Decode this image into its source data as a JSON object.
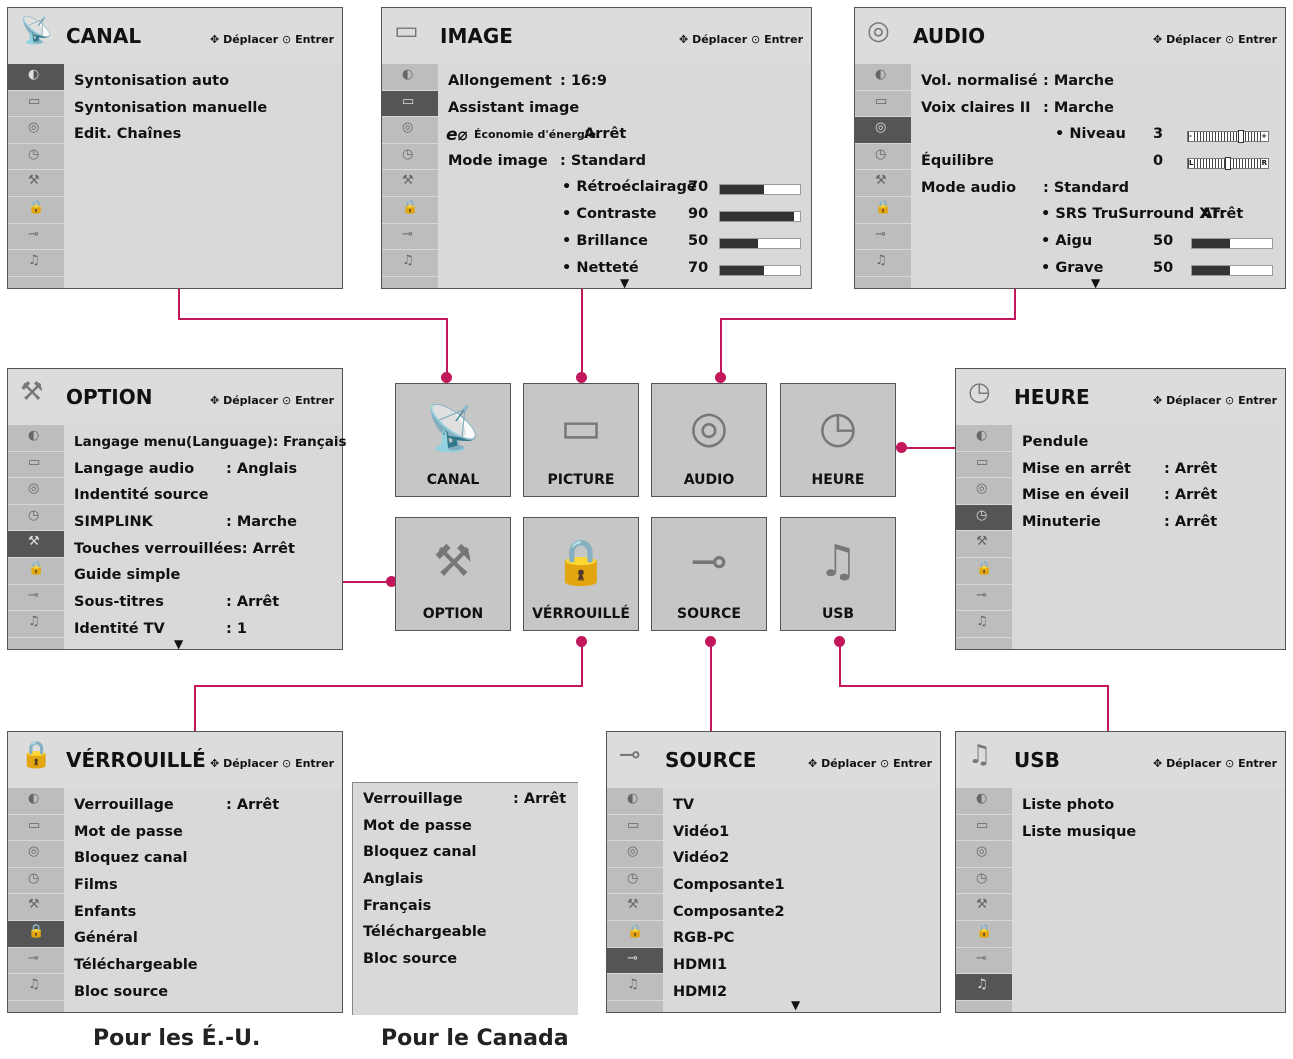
{
  "nav": {
    "move": "Déplacer",
    "enter": "Entrer",
    "move_sym": "✥",
    "enter_sym": "⊙"
  },
  "canal": {
    "title": "CANAL",
    "items": [
      "Syntonisation auto",
      "Syntonisation manuelle",
      "Edit. Chaînes"
    ]
  },
  "image": {
    "title": "IMAGE",
    "allongement_label": "Allongement",
    "allongement_value": ": 16:9",
    "assistant": "Assistant image",
    "eco_label": "Économie d'énergie:",
    "eco_value": "Arrêt",
    "mode_label": "Mode image",
    "mode_value": ": Standard",
    "sub": [
      {
        "label": "• Rétroéclairage",
        "value": "70",
        "level": 0.55
      },
      {
        "label": "• Contraste",
        "value": "90",
        "level": 0.92
      },
      {
        "label": "• Brillance",
        "value": "50",
        "level": 0.48
      },
      {
        "label": "• Netteté",
        "value": "70",
        "level": 0.55
      }
    ]
  },
  "audio": {
    "title": "AUDIO",
    "vol_label": "Vol. normalisé",
    "vol_value": ": Marche",
    "voix_label": "Voix claires II",
    "voix_value": ": Marche",
    "niveau_label": "• Niveau",
    "niveau_value": "3",
    "niveau_level": 0.66,
    "eq_label": "Équilibre",
    "eq_value": "0",
    "eq_level": 0.5,
    "mode_label": "Mode audio",
    "mode_value": ": Standard",
    "srs_label": "• SRS TruSurround XT:",
    "srs_value": "Arrêt",
    "aigu_label": "• Aigu",
    "aigu_value": "50",
    "aigu_level": 0.48,
    "grave_label": "• Grave",
    "grave_value": "50",
    "grave_level": 0.48,
    "minus": "-",
    "plus": "+",
    "left": "L",
    "right": "R"
  },
  "option": {
    "title": "OPTION",
    "items": [
      {
        "label": "Langage menu(Language): Français",
        "value": ""
      },
      {
        "label": "Langage audio",
        "value": ": Anglais"
      },
      {
        "label": "Indentité source",
        "value": ""
      },
      {
        "label": "SIMPLINK",
        "value": ": Marche"
      },
      {
        "label": "Touches verrouillées: Arrêt",
        "value": ""
      },
      {
        "label": "Guide simple",
        "value": ""
      },
      {
        "label": "Sous-titres",
        "value": ": Arrêt"
      },
      {
        "label": "Identité TV",
        "value": ": 1"
      }
    ]
  },
  "heure": {
    "title": "HEURE",
    "items": [
      {
        "label": "Pendule",
        "value": ""
      },
      {
        "label": "Mise en arrêt",
        "value": ": Arrêt"
      },
      {
        "label": "Mise en éveil",
        "value": ": Arrêt"
      },
      {
        "label": "Minuterie",
        "value": ": Arrêt"
      }
    ]
  },
  "verrouille": {
    "title": "VÉRROUILLÉ",
    "items": [
      {
        "label": "Verrouillage",
        "value": ": Arrêt"
      },
      {
        "label": "Mot de passe",
        "value": ""
      },
      {
        "label": "Bloquez canal",
        "value": ""
      },
      {
        "label": "Films",
        "value": ""
      },
      {
        "label": "Enfants",
        "value": ""
      },
      {
        "label": "Général",
        "value": ""
      },
      {
        "label": "Téléchargeable",
        "value": ""
      },
      {
        "label": "Bloc source",
        "value": ""
      }
    ]
  },
  "canada": {
    "items": [
      {
        "label": "Verrouillage",
        "value": ": Arrêt"
      },
      {
        "label": "Mot de passe",
        "value": ""
      },
      {
        "label": "Bloquez canal",
        "value": ""
      },
      {
        "label": "Anglais",
        "value": ""
      },
      {
        "label": "Français",
        "value": ""
      },
      {
        "label": "Téléchargeable",
        "value": ""
      },
      {
        "label": "Bloc source",
        "value": ""
      }
    ]
  },
  "source": {
    "title": "SOURCE",
    "items": [
      "TV",
      "Vidéo1",
      "Vidéo2",
      "Composante1",
      "Composante2",
      "RGB-PC",
      "HDMI1",
      "HDMI2"
    ]
  },
  "usb": {
    "title": "USB",
    "items": [
      "Liste photo",
      "Liste musique"
    ]
  },
  "tiles": {
    "canal": "CANAL",
    "picture": "PICTURE",
    "audio": "AUDIO",
    "heure": "HEURE",
    "option": "OPTION",
    "verrouille": "VÉRROUILLÉ",
    "source": "SOURCE",
    "usb": "USB"
  },
  "captions": {
    "us": "Pour les É.-U.",
    "canada": "Pour le Canada"
  },
  "colors": {
    "connector": "#c2185b"
  }
}
